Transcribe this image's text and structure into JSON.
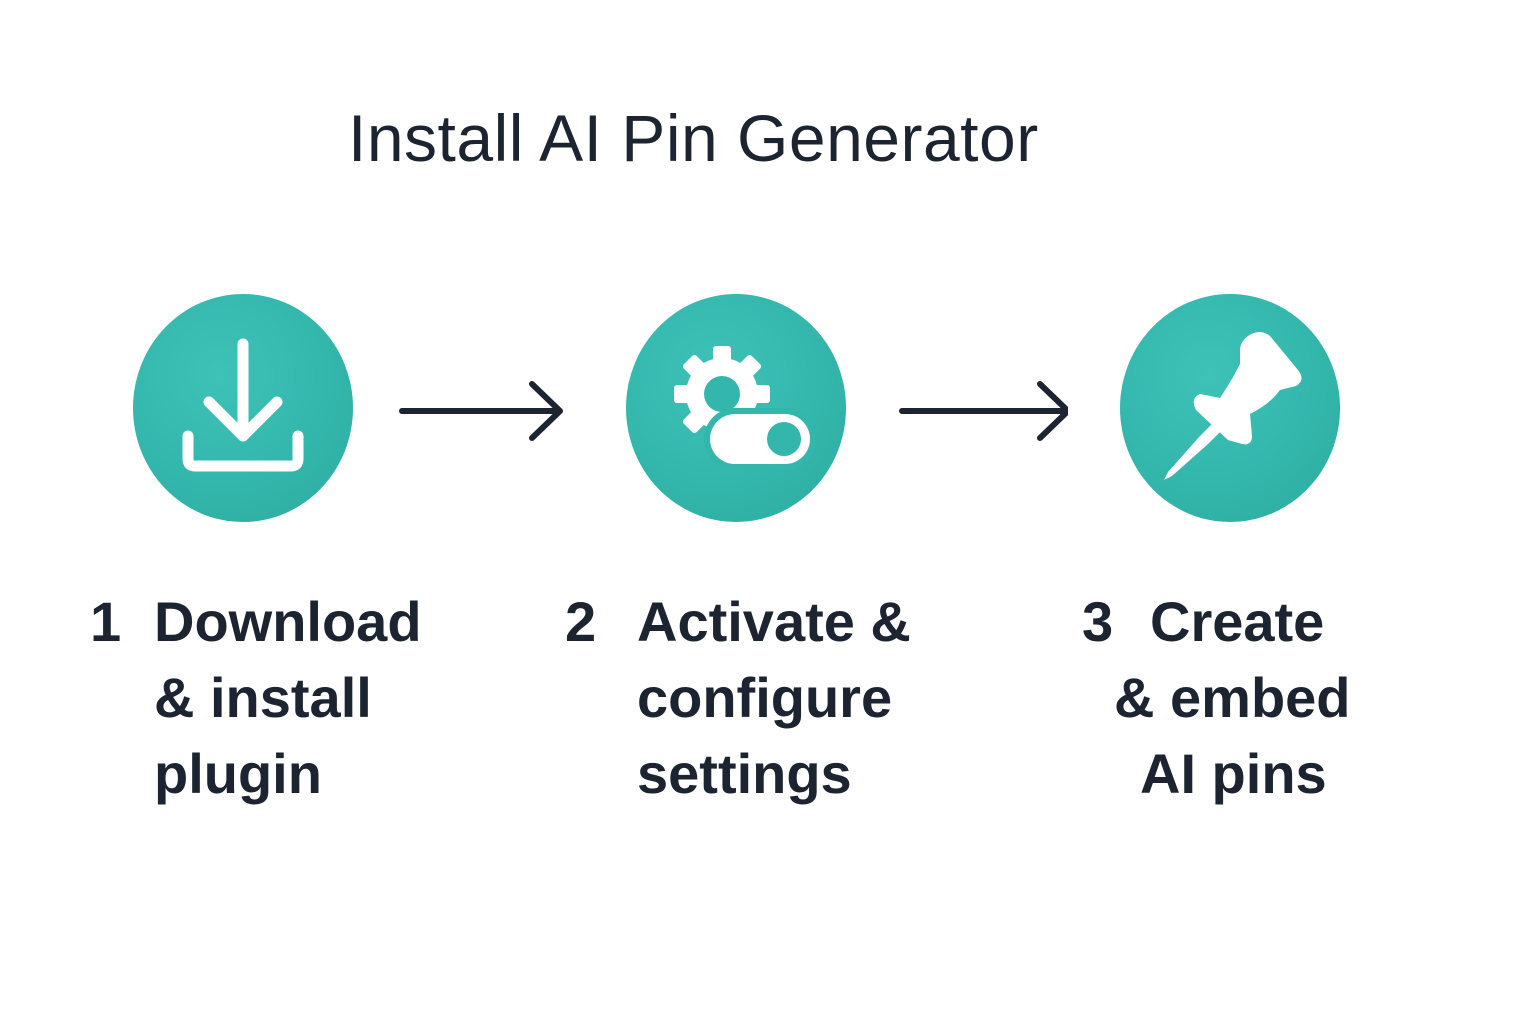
{
  "title": "Install AI Pin Generator",
  "colors": {
    "accent": "#33b6ab",
    "text": "#1b2430",
    "icon": "#ffffff",
    "background": "#ffffff"
  },
  "steps": [
    {
      "number": "1",
      "lines": [
        "Download",
        "& install",
        "plugin"
      ],
      "icon": "download-icon"
    },
    {
      "number": "2",
      "lines": [
        "Activate &",
        "configure",
        "settings"
      ],
      "icon": "gear-toggle-icon"
    },
    {
      "number": "3",
      "lines": [
        "Create",
        "& embed",
        "AI pins"
      ],
      "icon": "pushpin-icon"
    }
  ],
  "connectors": [
    "arrow-right-icon",
    "arrow-right-icon"
  ]
}
